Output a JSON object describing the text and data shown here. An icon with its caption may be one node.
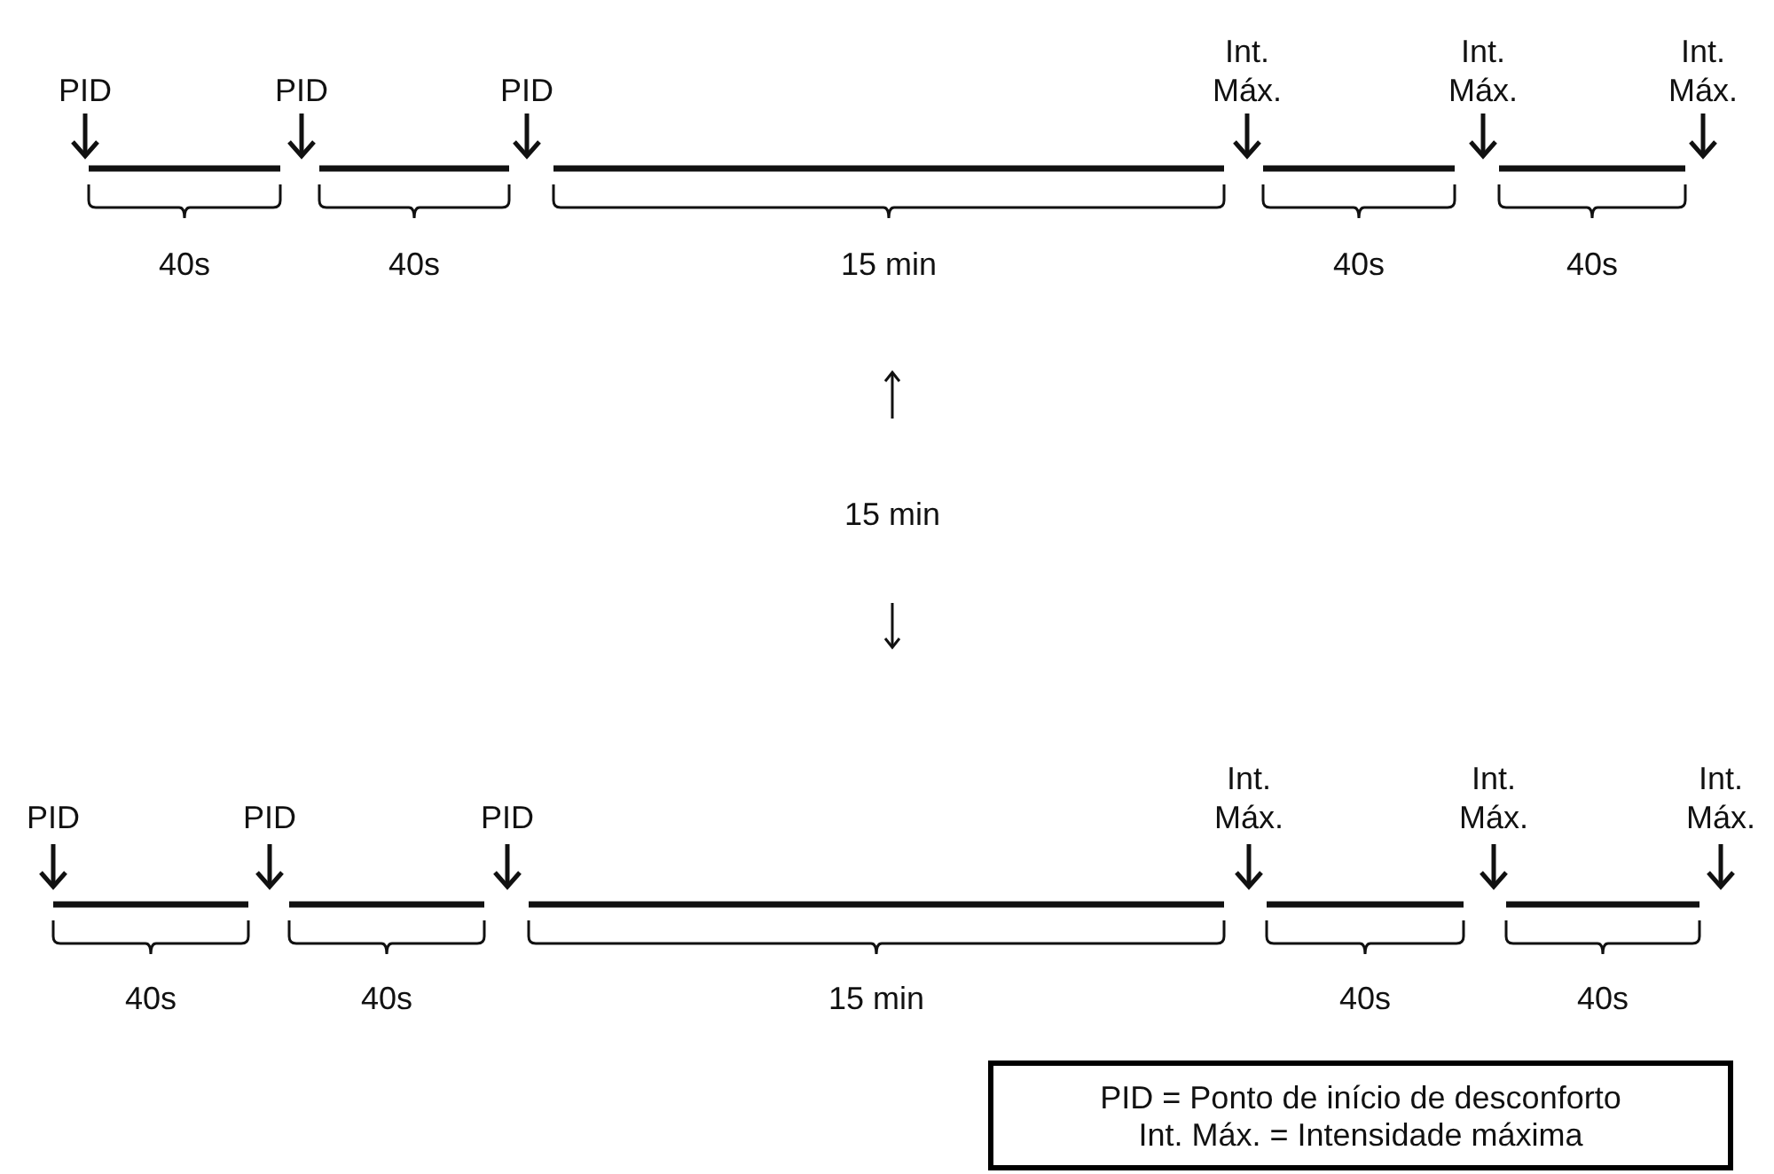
{
  "diagram": {
    "nodes": [
      {
        "text": [
          "PID = Ponto de início de desconforto",
          "Int. Máx. = Intensidade máxima"
        ]
      }
    ],
    "labels": [
      "PID",
      "PID",
      "PID",
      "Int. Máx.",
      "Int. Máx.",
      "Int. Máx.",
      "40s",
      "40s",
      "15 min",
      "40s",
      "40s",
      "15 min",
      "PID",
      "PID",
      "PID",
      "Int. Máx.",
      "Int. Máx.",
      "Int. Máx.",
      "40s",
      "40s",
      "15 min",
      "40s",
      "40s"
    ]
  }
}
